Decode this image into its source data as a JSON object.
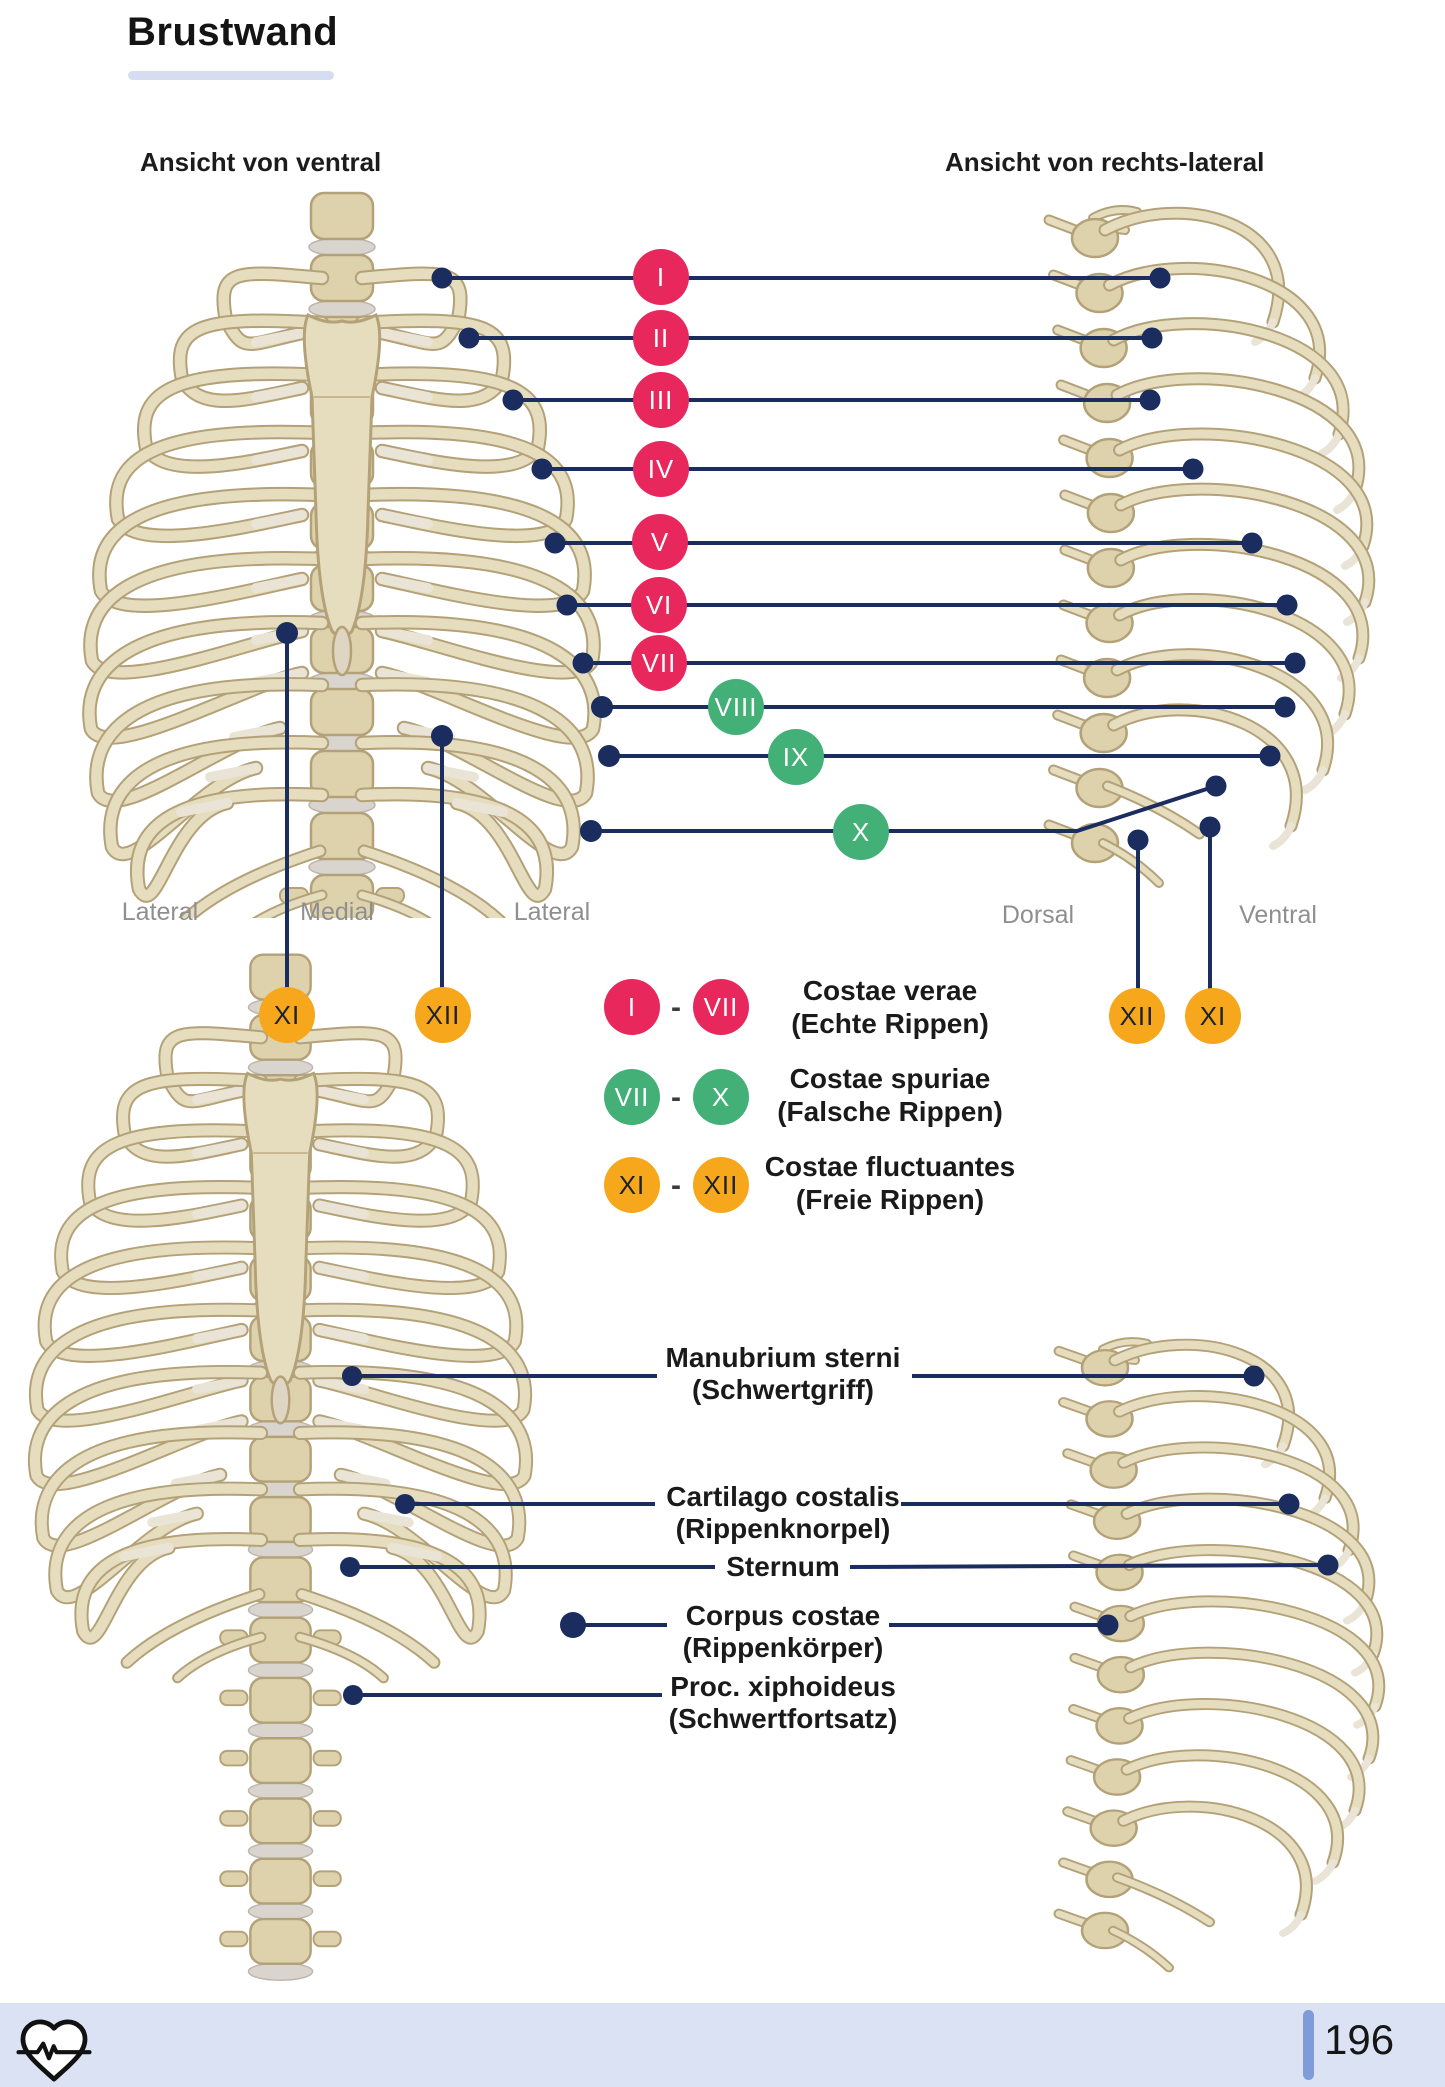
{
  "page": {
    "title": "Brustwand",
    "number": "196"
  },
  "views": {
    "left": "Ansicht von ventral",
    "right": "Ansicht von rechts-lateral"
  },
  "colors": {
    "true_ribs": "#e8285d",
    "false_ribs": "#43b077",
    "floating_ribs": "#f6a71c",
    "leader_line": "#1b2d5e",
    "title_underline": "#d7ddf0",
    "footer_band": "#dbe2f3",
    "page_bar": "#7e9cd8",
    "orientation_text": "#8f8f8f"
  },
  "figure1": {
    "markers": [
      "I",
      "II",
      "III",
      "IV",
      "V",
      "VI",
      "VII",
      "VIII",
      "IX",
      "X"
    ],
    "floating": {
      "left": [
        "XI",
        "XII"
      ],
      "right": [
        "XII",
        "XI"
      ]
    },
    "orientation": {
      "lateral_left": "Lateral",
      "medial": "Medial",
      "lateral_right": "Lateral",
      "dorsal": "Dorsal",
      "ventral": "Ventral"
    }
  },
  "legend": {
    "separator": "-",
    "items": [
      {
        "from": "I",
        "to": "VII",
        "group": "pink",
        "title": "Costae verae",
        "subtitle": "(Echte Rippen)"
      },
      {
        "from": "VII",
        "to": "X",
        "group": "green",
        "title": "Costae spuriae",
        "subtitle": "(Falsche Rippen)"
      },
      {
        "from": "XI",
        "to": "XII",
        "group": "orange",
        "title": "Costae fluctuantes",
        "subtitle": "(Freie Rippen)"
      }
    ]
  },
  "figure2": {
    "labels": [
      {
        "line1": "Manubrium sterni",
        "line2": "(Schwertgriff)"
      },
      {
        "line1": "Cartilago costalis",
        "line2": "(Rippenknorpel)"
      },
      {
        "line1": "Sternum",
        "line2": ""
      },
      {
        "line1": "Corpus costae",
        "line2": "(Rippenkörper)"
      },
      {
        "line1": "Proc. xiphoideus",
        "line2": "(Schwertfortsatz)"
      }
    ]
  },
  "footer": {
    "page_number": "196",
    "logo_icon": "heartbeat-icon"
  }
}
